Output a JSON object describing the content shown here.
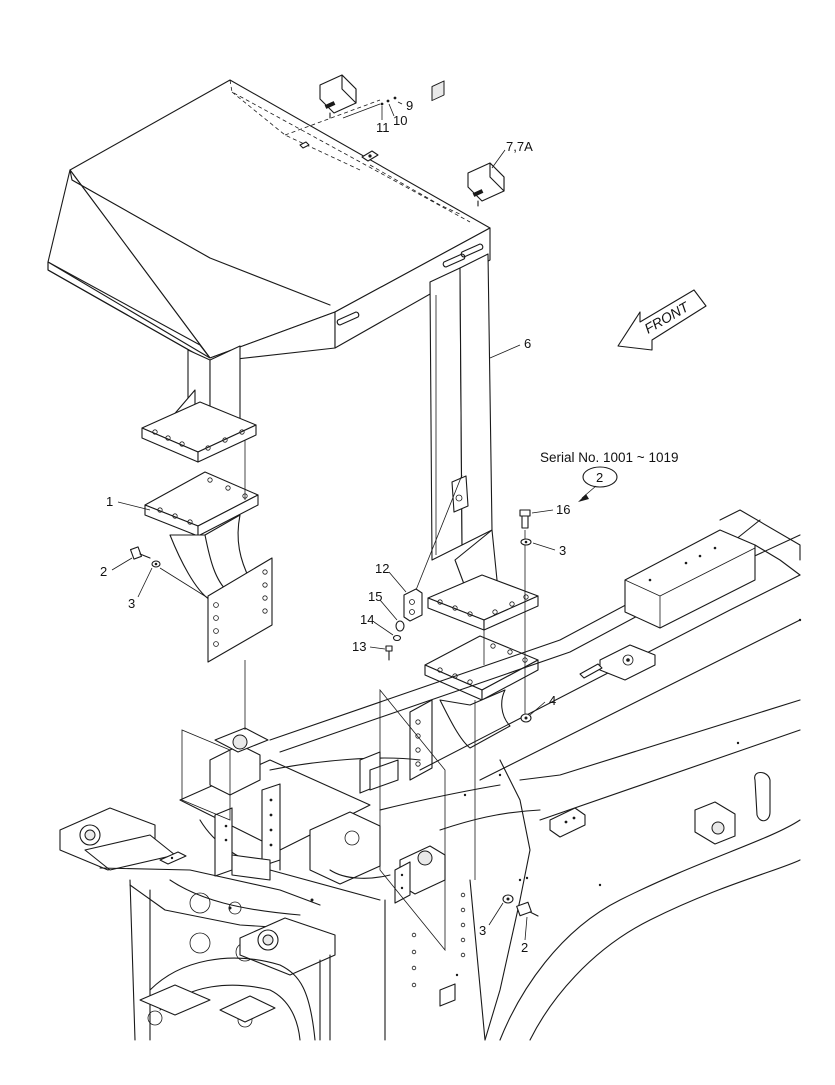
{
  "serial_note": {
    "text": "Serial No. 1001 ~ 1019",
    "badge": "2"
  },
  "front_arrow": {
    "label": "FRONT"
  },
  "callouts": {
    "c9": "9",
    "c10": "10",
    "c11": "11",
    "c7": "7,7A",
    "c6": "6",
    "c1": "1",
    "c2_left": "2",
    "c3_left": "3",
    "c12": "12",
    "c15": "15",
    "c14": "14",
    "c13": "13",
    "c16": "16",
    "c3_right": "3",
    "c4": "4",
    "c3_bottom": "3",
    "c2_bottom": "2"
  }
}
